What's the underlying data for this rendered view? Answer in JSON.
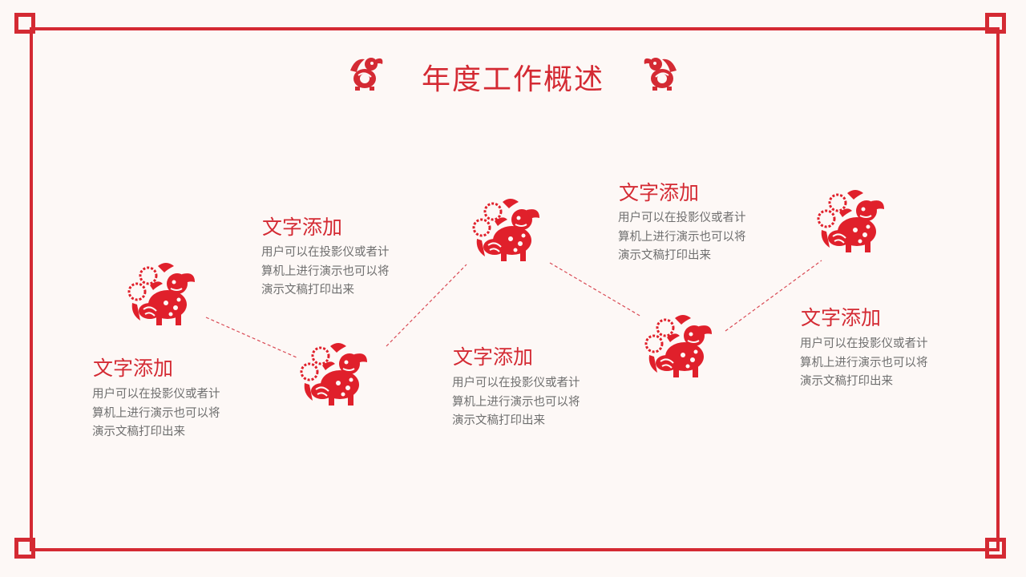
{
  "slide": {
    "title": "年度工作概述",
    "accent_color": "#d42a33",
    "background": "#fdf8f6",
    "text_gray": "#6f6f6f"
  },
  "icons": {
    "title_ornament": "papercut-rat-ornament-icon",
    "node": "papercut-pig-medallion-icon"
  },
  "items": [
    {
      "heading": "文字添加",
      "line1": "用户可以在投影仪或者计",
      "line2": "算机上进行演示也可以将",
      "line3": "演示文稿打印出来"
    },
    {
      "heading": "文字添加",
      "line1": "用户可以在投影仪或者计",
      "line2": "算机上进行演示也可以将",
      "line3": "演示文稿打印出来"
    },
    {
      "heading": "文字添加",
      "line1": "用户可以在投影仪或者计",
      "line2": "算机上进行演示也可以将",
      "line3": "演示文稿打印出来"
    },
    {
      "heading": "文字添加",
      "line1": "用户可以在投影仪或者计",
      "line2": "算机上进行演示也可以将",
      "line3": "演示文稿打印出来"
    },
    {
      "heading": "文字添加",
      "line1": "用户可以在投影仪或者计",
      "line2": "算机上进行演示也可以将",
      "line3": "演示文稿打印出来"
    }
  ]
}
